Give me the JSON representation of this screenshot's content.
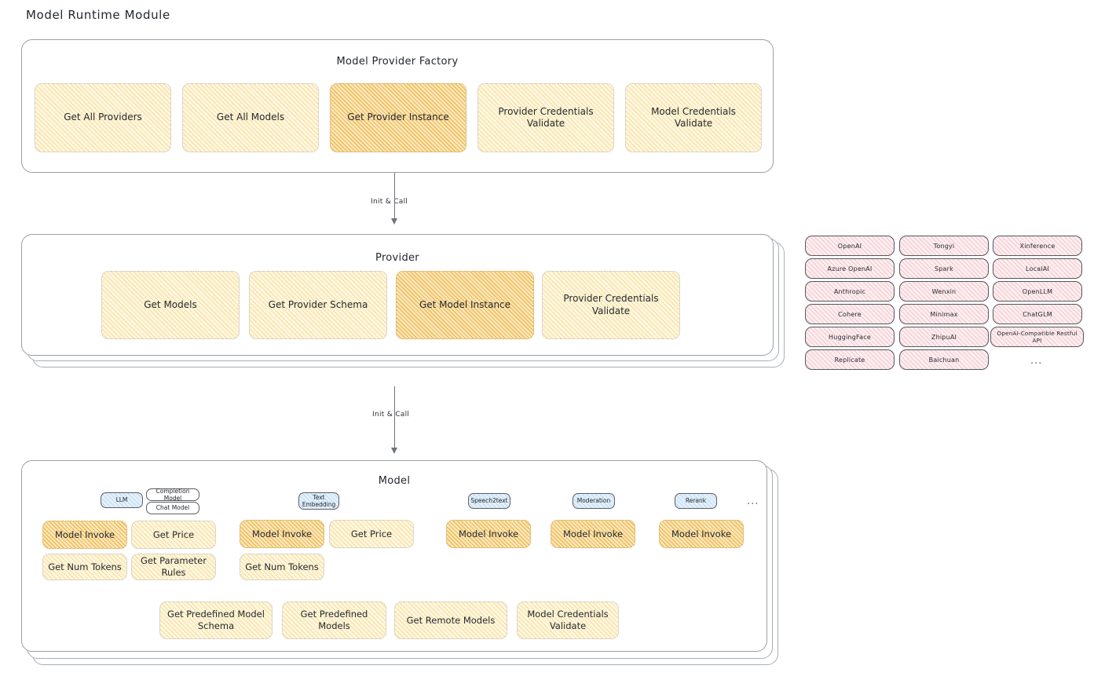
{
  "page": {
    "title": "Model Runtime Module"
  },
  "factory": {
    "title": "Model Provider Factory",
    "nodes": [
      {
        "label": "Get All Providers",
        "highlight": false
      },
      {
        "label": "Get All Models",
        "highlight": false
      },
      {
        "label": "Get Provider Instance",
        "highlight": true
      },
      {
        "label": "Provider Credentials Validate",
        "highlight": false
      },
      {
        "label": "Model Credentials Validate",
        "highlight": false
      }
    ]
  },
  "connector_1": {
    "label": "Init & Call"
  },
  "connector_2": {
    "label": "Init & Call"
  },
  "provider": {
    "title": "Provider",
    "nodes": [
      {
        "label": "Get Models",
        "highlight": false
      },
      {
        "label": "Get Provider Schema",
        "highlight": false
      },
      {
        "label": "Get Model Instance",
        "highlight": true
      },
      {
        "label": "Provider Credentials Validate",
        "highlight": false
      }
    ]
  },
  "provider_list": {
    "columns": [
      {
        "items": [
          "OpenAI",
          "Azure OpenAI",
          "Anthropic",
          "Cohere",
          "HuggingFace",
          "Replicate"
        ]
      },
      {
        "items": [
          "Tongyi",
          "Spark",
          "Wenxin",
          "Minimax",
          "ZhipuAI",
          "Baichuan"
        ]
      },
      {
        "items": [
          "Xinference",
          "LocalAI",
          "OpenLLM",
          "ChatGLM",
          "OpenAI-Compatible Restful API"
        ]
      }
    ],
    "more": "..."
  },
  "model": {
    "title": "Model",
    "more": "...",
    "groups": [
      {
        "badge": "LLM",
        "sub_badges": [
          "Completion Model",
          "Chat Model"
        ],
        "nodes": [
          {
            "label": "Model Invoke",
            "highlight": true
          },
          {
            "label": "Get Price",
            "highlight": false
          },
          {
            "label": "Get Num Tokens",
            "highlight": false
          },
          {
            "label": "Get Parameter Rules",
            "highlight": false
          }
        ]
      },
      {
        "badge": "Text Embedding",
        "sub_badges": [],
        "nodes": [
          {
            "label": "Model Invoke",
            "highlight": true
          },
          {
            "label": "Get Price",
            "highlight": false
          },
          {
            "label": "Get Num Tokens",
            "highlight": false
          }
        ]
      },
      {
        "badge": "Speech2text",
        "sub_badges": [],
        "nodes": [
          {
            "label": "Model Invoke",
            "highlight": true
          }
        ]
      },
      {
        "badge": "Moderation",
        "sub_badges": [],
        "nodes": [
          {
            "label": "Model Invoke",
            "highlight": true
          }
        ]
      },
      {
        "badge": "Rerank",
        "sub_badges": [],
        "nodes": [
          {
            "label": "Model Invoke",
            "highlight": true
          }
        ]
      }
    ],
    "common_nodes": [
      {
        "label": "Get Predefined Model Schema"
      },
      {
        "label": "Get Predefined Models"
      },
      {
        "label": "Get Remote Models"
      },
      {
        "label": "Model Credentials Validate"
      }
    ]
  },
  "colors": {
    "node_fill_light": "#fdf6e0",
    "node_fill_highlight": "#fbe7bb",
    "badge_blue": "#e3f0fb",
    "pill_pink": "#fdeef0",
    "stroke": "#9aa0a6"
  }
}
